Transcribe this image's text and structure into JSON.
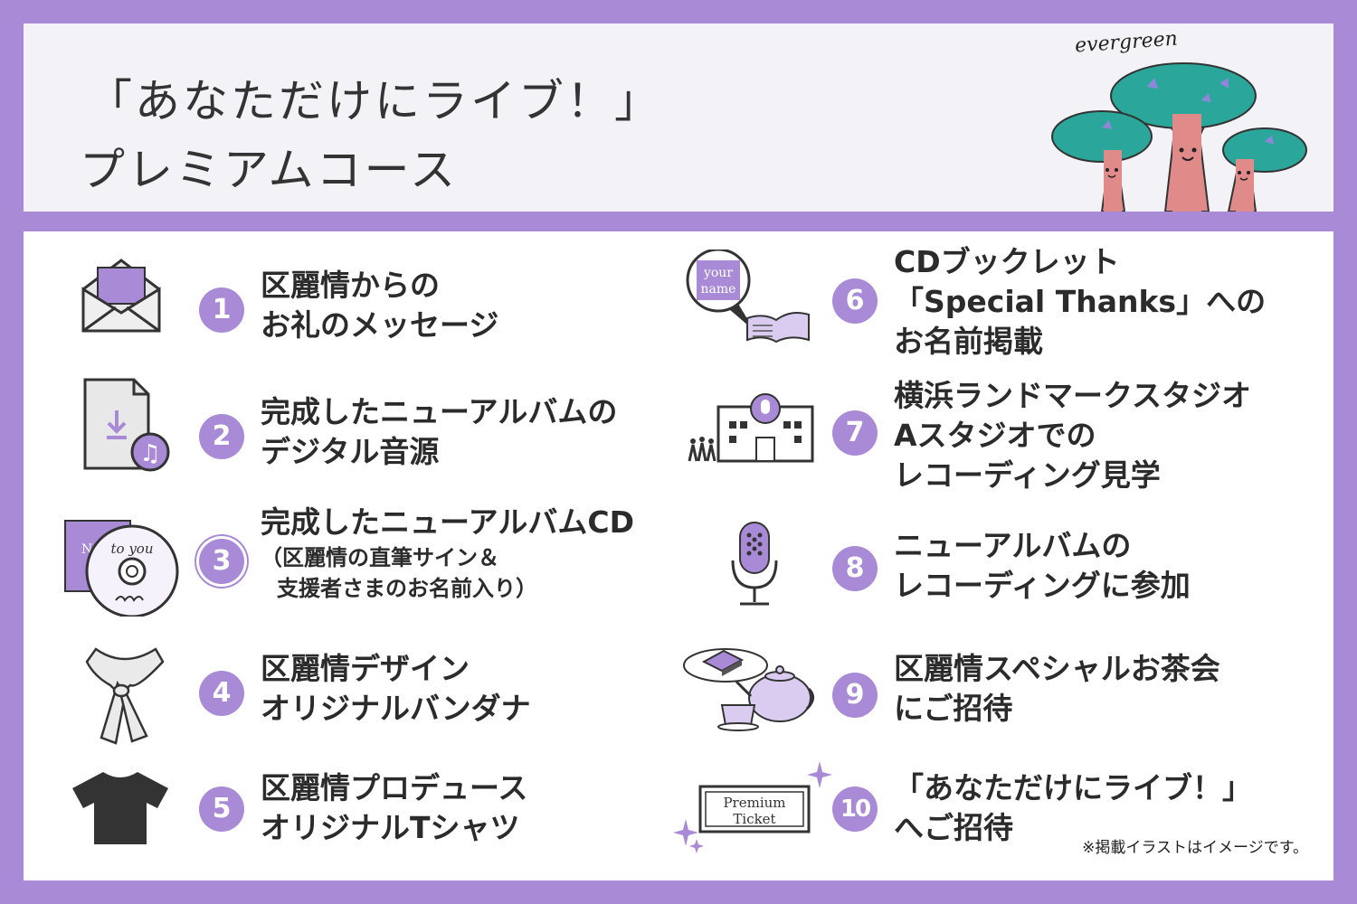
{
  "header": {
    "title_line1": "「あなただけにライブ！」",
    "title_line2": "プレミアムコース",
    "logo_text": "evergreen"
  },
  "items": [
    {
      "num": "1",
      "line1": "区麗情からの",
      "line2": "お礼のメッセージ",
      "icon": "envelope-icon"
    },
    {
      "num": "2",
      "line1": "完成したニューアルバムの",
      "line2": "デジタル音源",
      "icon": "digital-file-icon"
    },
    {
      "num": "3",
      "line1": "完成したニューアルバムCD",
      "sub1": "（区麗情の直筆サイン＆",
      "sub2": "支援者さまのお名前入り）",
      "icon": "cd-icon",
      "cd_sleeve_text": "New Al",
      "cd_label": "to you"
    },
    {
      "num": "4",
      "line1": "区麗情デザイン",
      "line2": "オリジナルバンダナ",
      "icon": "bandana-icon"
    },
    {
      "num": "5",
      "line1": "区麗情プロデュース",
      "line2": "オリジナルTシャツ",
      "icon": "tshirt-icon"
    },
    {
      "num": "6",
      "line1": "CDブックレット",
      "line2": "「Special Thanks」への",
      "line3": "お名前掲載",
      "icon": "booklet-icon",
      "bubble_line1": "your",
      "bubble_line2": "name"
    },
    {
      "num": "7",
      "line1": "横浜ランドマークスタジオ",
      "line2": "Aスタジオでの",
      "line3": "レコーディング見学",
      "icon": "studio-icon"
    },
    {
      "num": "8",
      "line1": "ニューアルバムの",
      "line2": "レコーディングに参加",
      "icon": "microphone-icon"
    },
    {
      "num": "9",
      "line1": "区麗情スペシャルお茶会",
      "line2": "にご招待",
      "icon": "teapot-icon"
    },
    {
      "num": "10",
      "line1": "「あなただけにライブ！」",
      "line2": "へご招待",
      "icon": "ticket-icon",
      "ticket_line1": "Premium",
      "ticket_line2": "Ticket"
    }
  ],
  "note": "※掲載イラストはイメージです。",
  "colors": {
    "accent": "#a88ad6",
    "header_bg": "#f3f3f7",
    "icon_dark": "#333333",
    "icon_light": "#e8e8e8",
    "tree_canopy": "#2aa79a",
    "tree_trunk": "#e08a8a"
  }
}
